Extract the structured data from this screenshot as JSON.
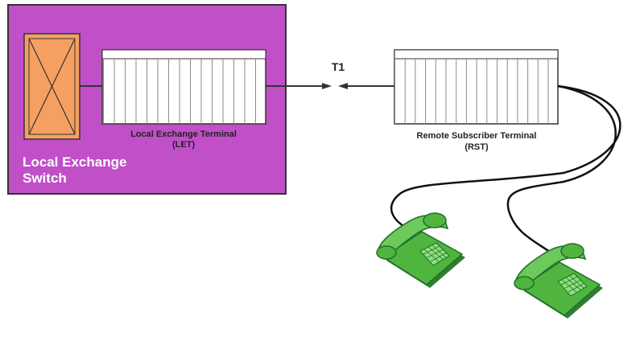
{
  "switch_block": {
    "label_line1": "Local Exchange",
    "label_line2": "Switch",
    "fill_color": "#c150c8"
  },
  "let": {
    "label_line1": "Local Exchange Terminal",
    "label_line2": "(LET)"
  },
  "rst": {
    "label_line1": "Remote Subscriber Terminal",
    "label_line2": "(RST)"
  },
  "link": {
    "label": "T1"
  },
  "phones": [
    {
      "icon": "telephone-icon",
      "color": "#4fb53f"
    },
    {
      "icon": "telephone-icon",
      "color": "#4fb53f"
    }
  ],
  "colors": {
    "crossbar": "#f5a061",
    "phone_green": "#4fb53f",
    "phone_dark": "#1f6f2a"
  }
}
